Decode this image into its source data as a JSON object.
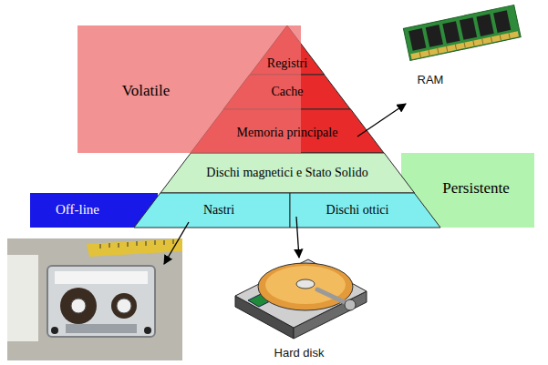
{
  "diagram": {
    "nodes": [
      {
        "text": [
          "Registri"
        ]
      },
      {
        "text": [
          "Volatile"
        ]
      },
      {
        "text": [
          "Cache"
        ]
      },
      {
        "text": [
          "Memoria principale"
        ]
      },
      {
        "text": [
          "Dischi magnetici e Stato Solido"
        ]
      },
      {
        "text": [
          "Persistente"
        ]
      },
      {
        "text": [
          "Off-line"
        ]
      },
      {
        "text": [
          "Nastri"
        ]
      },
      {
        "text": [
          "Dischi ottici"
        ]
      }
    ],
    "labels": [
      "RAM",
      "Hard disk"
    ]
  }
}
